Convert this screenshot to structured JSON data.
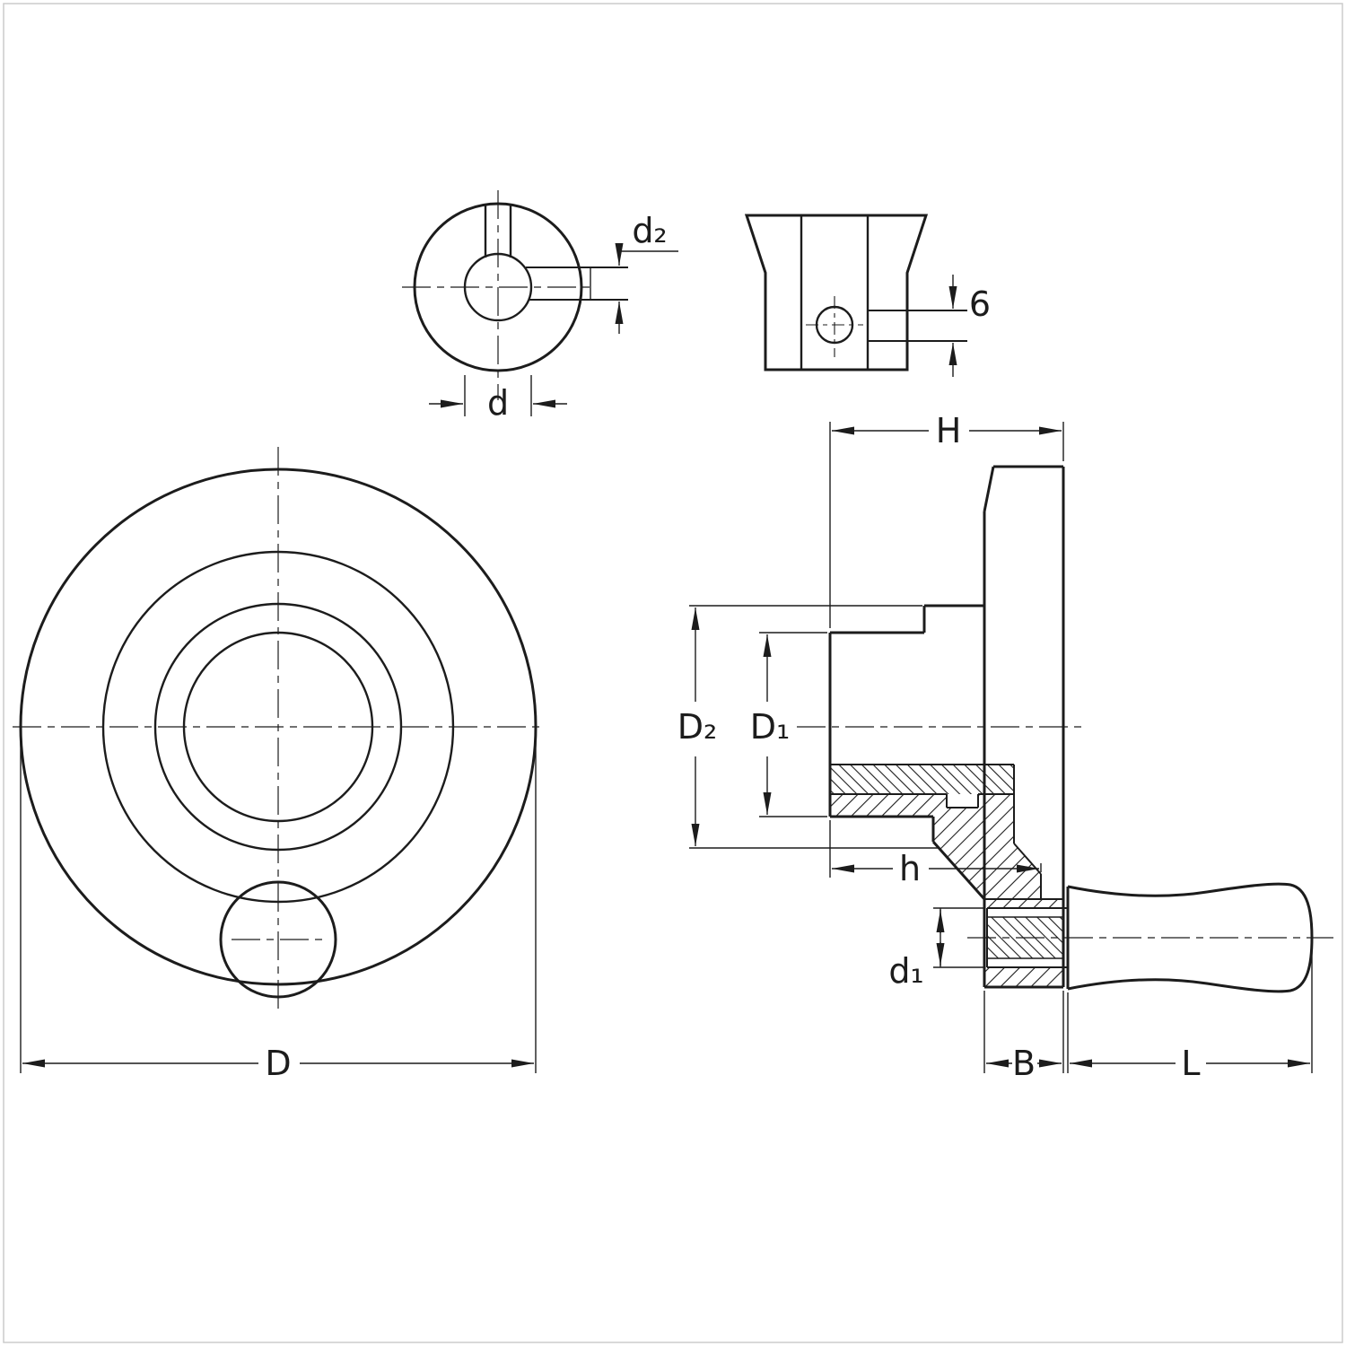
{
  "drawing": {
    "colors": {
      "line": "#1c1c1c",
      "background": "#ffffff",
      "frame": "#cccccc"
    },
    "views": {
      "bushing_front": {
        "dim_bore_diameter": "d",
        "dim_keyway": "d₂"
      },
      "bushing_side": {
        "dim_slot_width": "6"
      },
      "wheel_front": {
        "dim_outer_diameter": "D"
      },
      "wheel_section": {
        "dim_overall_height": "H",
        "dim_collar_diameter": "D₂",
        "dim_hub_diameter": "D₁",
        "dim_hub_depth": "h",
        "dim_handle_screw_diameter": "d₁",
        "dim_rim_width": "B",
        "dim_handle_length": "L"
      }
    }
  }
}
